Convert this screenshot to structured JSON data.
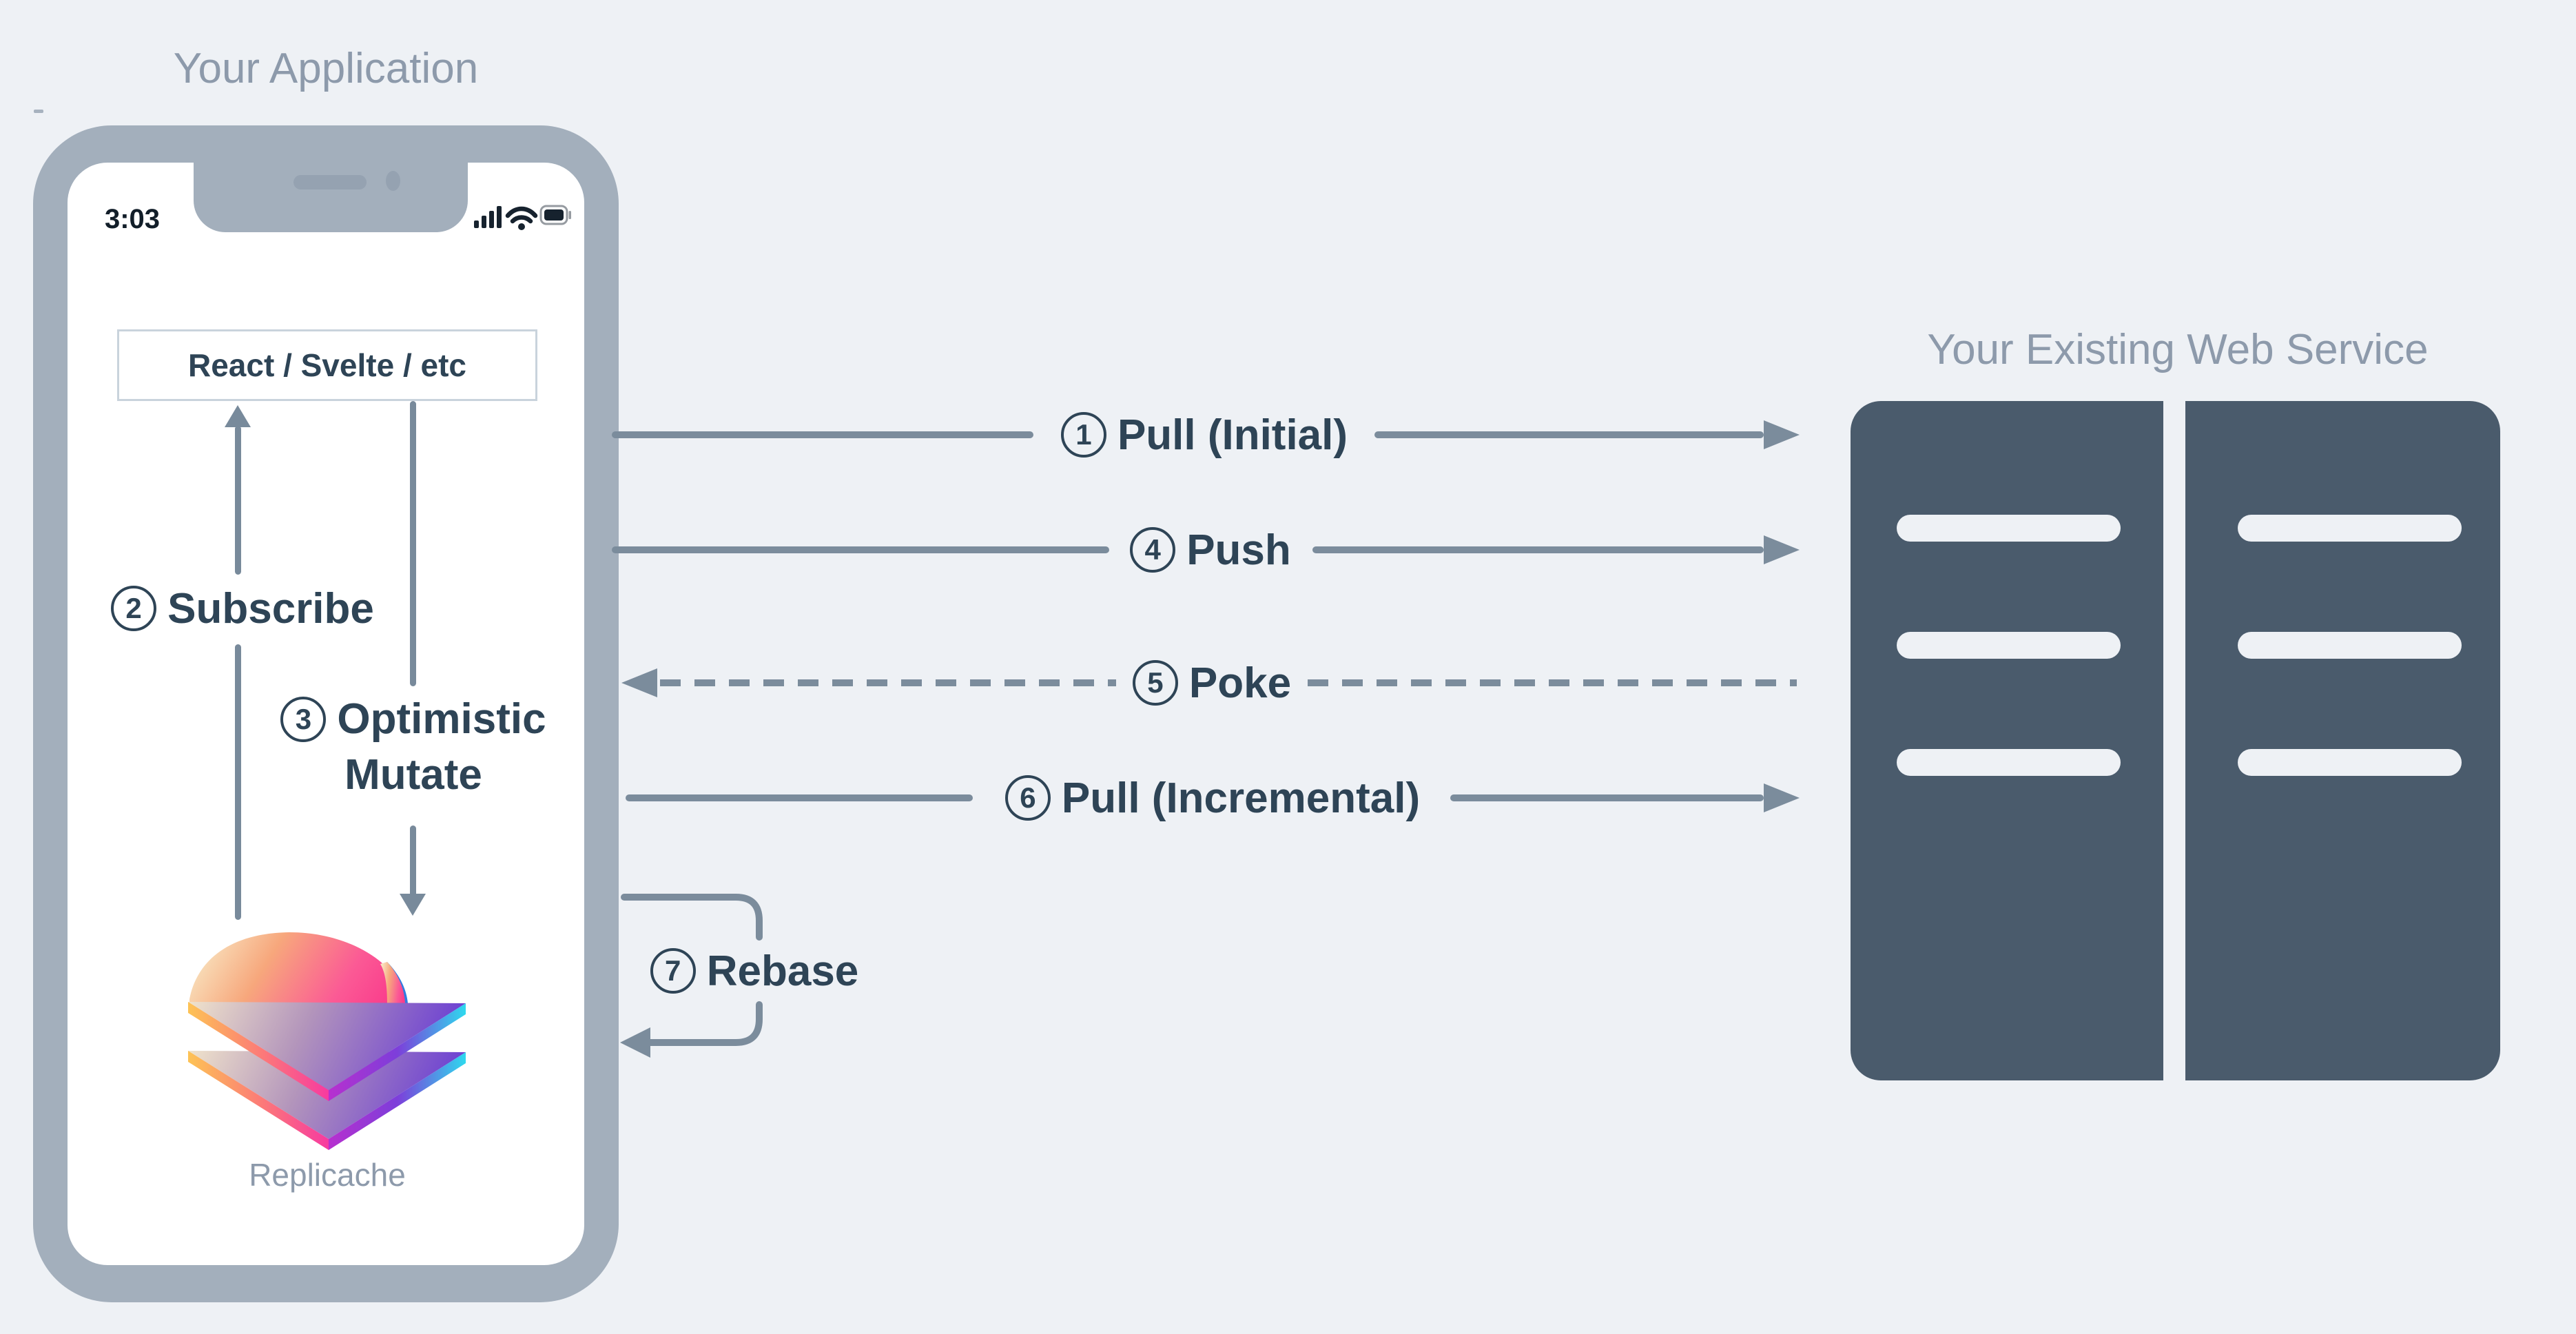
{
  "colors": {
    "background": "#eef1f5",
    "phone_frame": "#a3afbc",
    "dark_label": "#2e4456",
    "arrow_gray": "#7b8c9c",
    "server_fill": "#4a5b6c",
    "muted_title_gray": "#8d9aab"
  },
  "application": {
    "title": "Your Application",
    "status_time": "3:03",
    "framework_box_label": "React / Svelte / etc",
    "brand_label": "Replicache"
  },
  "server": {
    "title": "Your Existing Web Service"
  },
  "flows": {
    "pull_initial": {
      "num": "1",
      "label": "Pull (Initial)"
    },
    "subscribe": {
      "num": "2",
      "label": "Subscribe"
    },
    "optimistic_mutate": {
      "num": "3",
      "label_line1": "Optimistic",
      "label_line2": "Mutate"
    },
    "push": {
      "num": "4",
      "label": "Push"
    },
    "poke": {
      "num": "5",
      "label": "Poke"
    },
    "pull_incremental": {
      "num": "6",
      "label": "Pull (Incremental)"
    },
    "rebase": {
      "num": "7",
      "label": "Rebase"
    }
  }
}
